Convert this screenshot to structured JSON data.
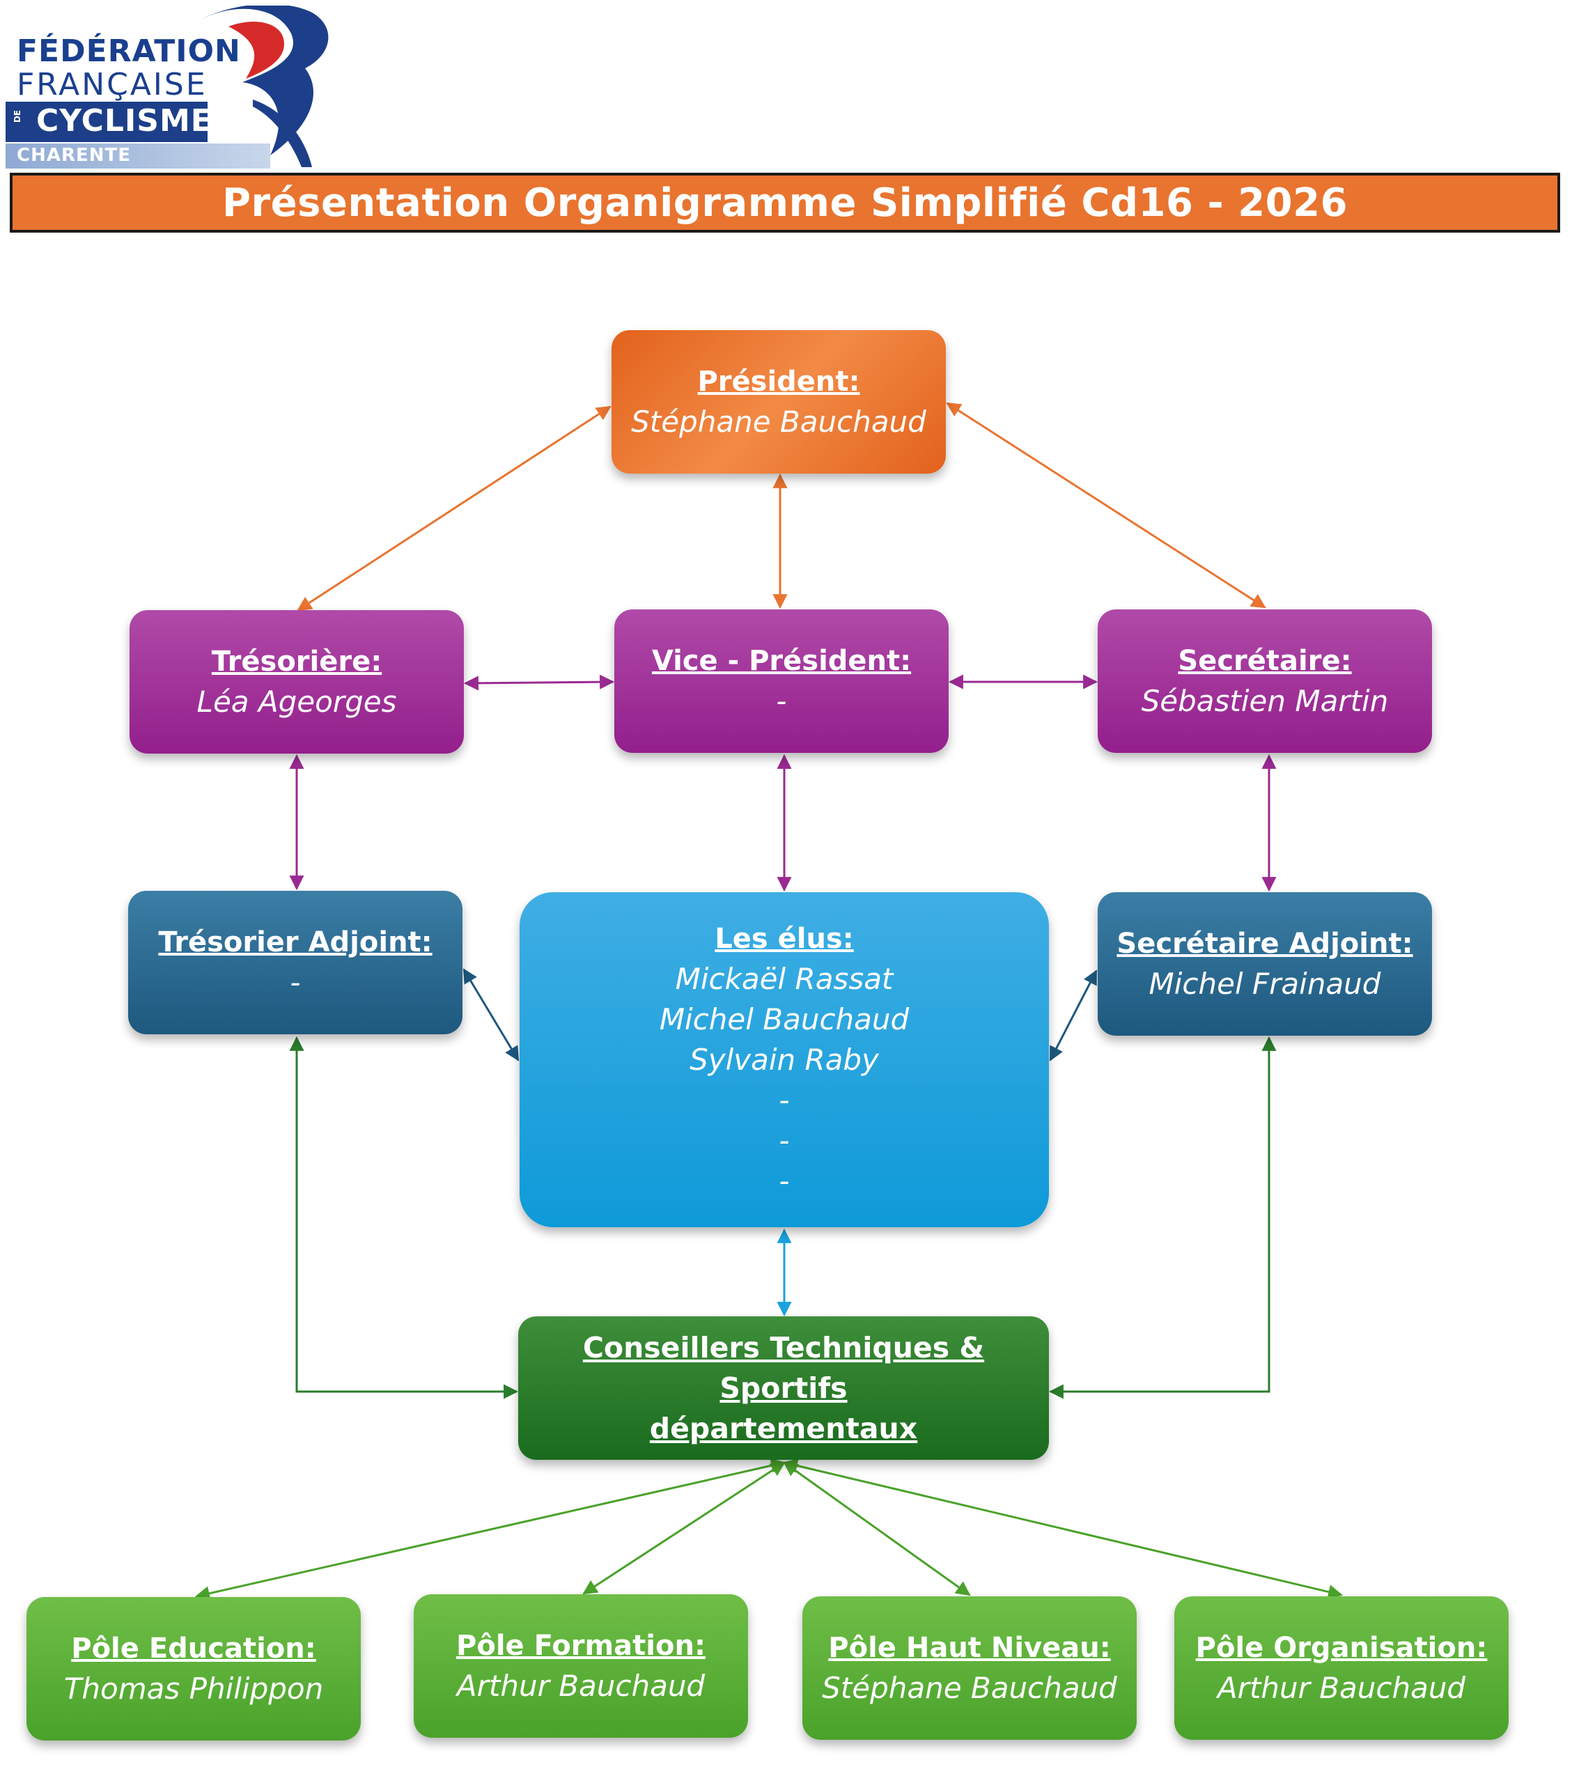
{
  "logo": {
    "line1": "FÉDÉRATION",
    "line2": "FRANÇAISE",
    "line3": "CYCLISME",
    "small": "DE",
    "line4": "CHARENTE"
  },
  "title": "Présentation Organigramme Simplifié Cd16 - 2026",
  "colors": {
    "banner": "#e8742f",
    "president": "#e8742f",
    "bureau": "#a6359e",
    "adjoints": "#2a6a93",
    "elus": "#1aa3e0",
    "cts": "#2a7d2b",
    "poles": "#5cb03a"
  },
  "nodes": {
    "president": {
      "title": "Président:",
      "name": "Stéphane Bauchaud"
    },
    "tresoriere": {
      "title": "Trésorière:",
      "name": "Léa Ageorges"
    },
    "vice_president": {
      "title": "Vice - Président:",
      "name": "-"
    },
    "secretaire": {
      "title": "Secrétaire:",
      "name": "Sébastien Martin"
    },
    "tresorier_adjoint": {
      "title": "Trésorier Adjoint:",
      "name": "-"
    },
    "elus": {
      "title": "Les élus:",
      "members": [
        "Mickaël Rassat",
        "Michel Bauchaud",
        "Sylvain Raby",
        "-",
        "-",
        "-"
      ]
    },
    "secretaire_adjoint": {
      "title": "Secrétaire Adjoint:",
      "name": "Michel Frainaud"
    },
    "cts": {
      "title_line1": "Conseillers Techniques & Sportifs",
      "title_line2": "départementaux"
    },
    "pole_education": {
      "title": "Pôle Education:",
      "name": "Thomas Philippon"
    },
    "pole_formation": {
      "title": "Pôle Formation:",
      "name": "Arthur Bauchaud"
    },
    "pole_haut_niveau": {
      "title": "Pôle Haut Niveau:",
      "name": "Stéphane Bauchaud"
    },
    "pole_organisation": {
      "title": "Pôle Organisation:",
      "name": "Arthur Bauchaud"
    }
  }
}
